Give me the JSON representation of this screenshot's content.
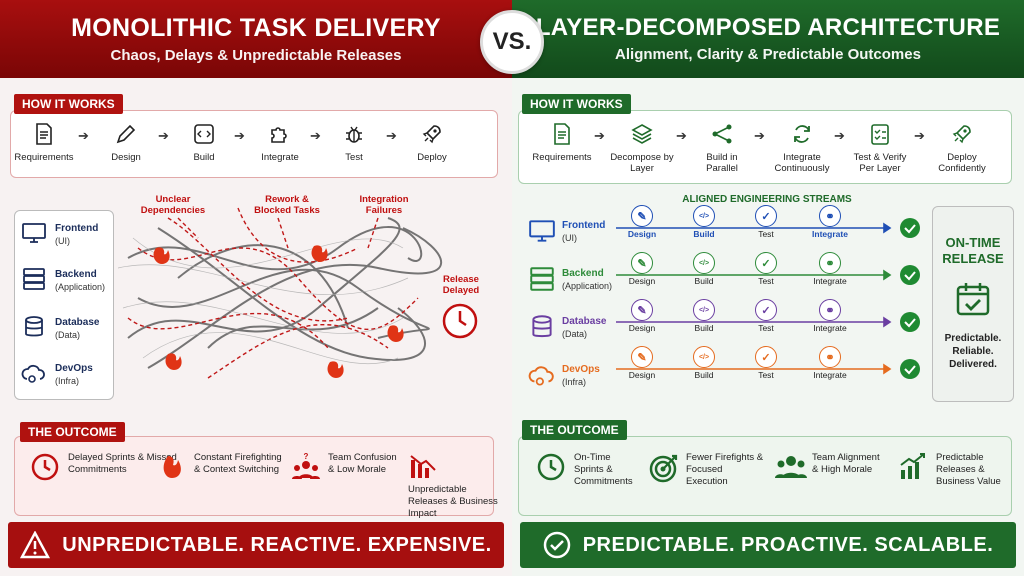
{
  "vs": "VS.",
  "left": {
    "title": "MONOLITHIC TASK DELIVERY",
    "subtitle": "Chaos, Delays & Unpredictable Releases",
    "how_label": "HOW IT WORKS",
    "steps": [
      "Requirements",
      "Design",
      "Build",
      "Integrate",
      "Test",
      "Deploy"
    ],
    "layers": [
      {
        "name": "Frontend",
        "sub": "(UI)"
      },
      {
        "name": "Backend",
        "sub": "(Application)"
      },
      {
        "name": "Database",
        "sub": "(Data)"
      },
      {
        "name": "DevOps",
        "sub": "(Infra)"
      }
    ],
    "issues": [
      "Unclear Dependencies",
      "Rework & Blocked Tasks",
      "Integration Failures"
    ],
    "release_delayed": "Release Delayed",
    "outcome_label": "THE OUTCOME",
    "outcomes": [
      "Delayed Sprints & Missed Commitments",
      "Constant Firefighting & Context Switching",
      "Team Confusion & Low Morale",
      "Unpredictable Releases & Business Impact"
    ],
    "footer": "UNPREDICTABLE. REACTIVE. EXPENSIVE."
  },
  "right": {
    "title": "LAYER-DECOMPOSED ARCHITECTURE",
    "subtitle": "Alignment, Clarity & Predictable Outcomes",
    "how_label": "HOW IT WORKS",
    "steps": [
      "Requirements",
      "Decompose by Layer",
      "Build in Parallel",
      "Integrate Continuously",
      "Test & Verify Per Layer",
      "Deploy Confidently"
    ],
    "streams_title": "ALIGNED ENGINEERING STREAMS",
    "layers": [
      {
        "name": "Frontend",
        "sub": "(UI)",
        "color": "#1f4fb5"
      },
      {
        "name": "Backend",
        "sub": "(Application)",
        "color": "#2e8b3a"
      },
      {
        "name": "Database",
        "sub": "(Data)",
        "color": "#6a3ea1"
      },
      {
        "name": "DevOps",
        "sub": "(Infra)",
        "color": "#e56b1f"
      }
    ],
    "stream_steps": [
      "Design",
      "Build",
      "Test",
      "Integrate"
    ],
    "ontime_title": "ON-TIME RELEASE",
    "ontime_sub": "Predictable. Reliable. Delivered.",
    "outcome_label": "THE OUTCOME",
    "outcomes": [
      "On-Time Sprints & Commitments",
      "Fewer Firefights & Focused Execution",
      "Team Alignment & High Morale",
      "Predictable Releases & Business Value"
    ],
    "footer": "PREDICTABLE. PROACTIVE. SCALABLE."
  },
  "colors": {
    "red": "#a60f0f",
    "green": "#1f6b2a"
  }
}
